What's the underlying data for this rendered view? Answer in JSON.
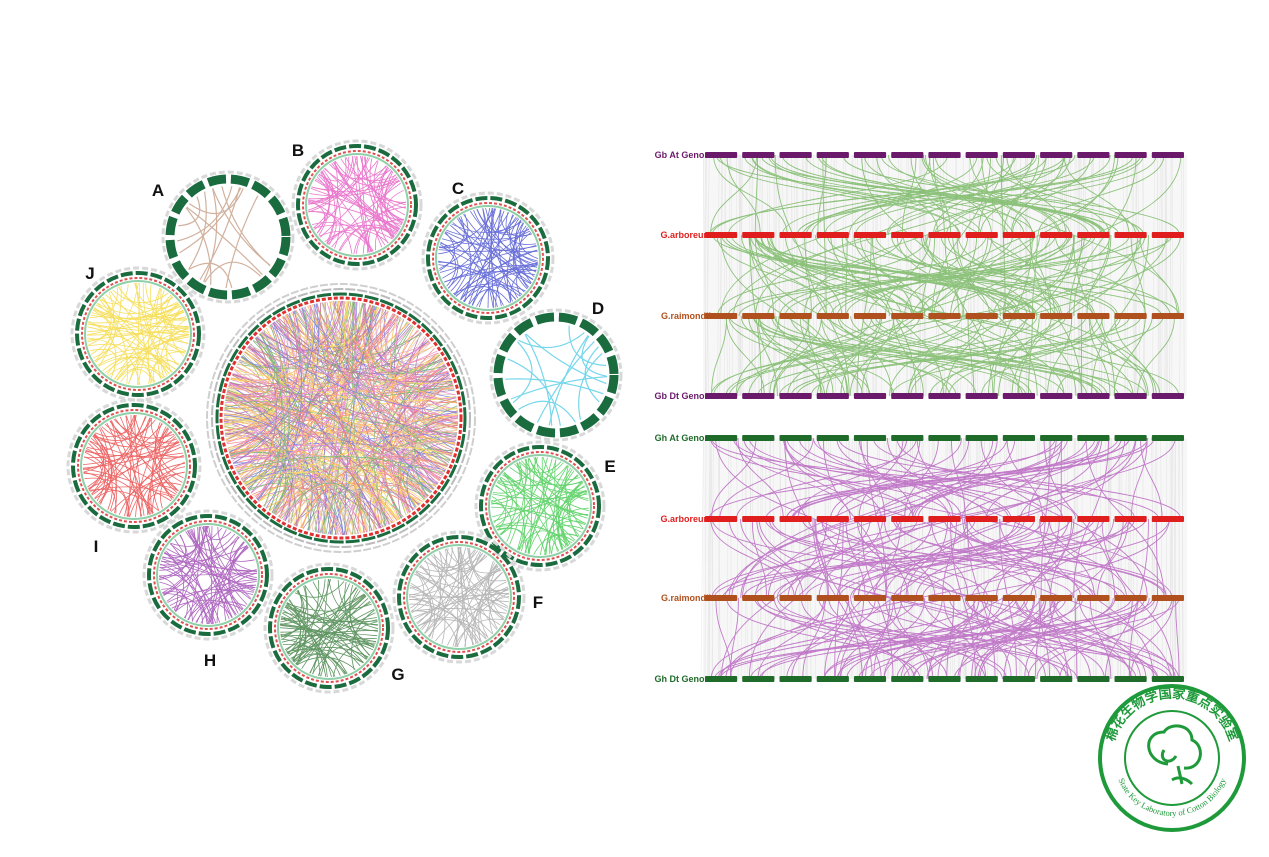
{
  "circos": {
    "panels": [
      {
        "letter": "A",
        "color": "#c9a48e"
      },
      {
        "letter": "B",
        "color": "#e040b8"
      },
      {
        "letter": "C",
        "color": "#2b34c8"
      },
      {
        "letter": "D",
        "color": "#5fd0e8"
      },
      {
        "letter": "E",
        "color": "#25c233"
      },
      {
        "letter": "F",
        "color": "#9a9a9a"
      },
      {
        "letter": "G",
        "color": "#1f6b22"
      },
      {
        "letter": "H",
        "color": "#8e2aa6"
      },
      {
        "letter": "I",
        "color": "#e62626"
      },
      {
        "letter": "J",
        "color": "#f2d21a"
      }
    ],
    "central_colors": [
      "#f2c400",
      "#8b1f7a",
      "#2e8b22",
      "#e63c3c",
      "#e040b8",
      "#2b34c8",
      "#c9a48e",
      "#ff8c00"
    ]
  },
  "synteny": {
    "top": {
      "link_color": "#3a9a1a",
      "tracks": [
        {
          "label": "Gb At Genome",
          "color": "#6b1a6b",
          "label_color": "#6b1a6b"
        },
        {
          "label": "G.arboreum",
          "color": "#e01e1e",
          "label_color": "#e01e1e"
        },
        {
          "label": "G.raimondii",
          "color": "#b0501e",
          "label_color": "#b0501e"
        },
        {
          "label": "Gb Dt Genome",
          "color": "#6b1a6b",
          "label_color": "#6b1a6b"
        }
      ]
    },
    "bottom": {
      "link_color": "#9a1aa6",
      "tracks": [
        {
          "label": "Gh At Genome",
          "color": "#1f6b2a",
          "label_color": "#1f6b2a"
        },
        {
          "label": "G.arboreum",
          "color": "#e01e1e",
          "label_color": "#e01e1e"
        },
        {
          "label": "G.raimondii",
          "color": "#b0501e",
          "label_color": "#b0501e"
        },
        {
          "label": "Gh Dt Genome",
          "color": "#1f6b2a",
          "label_color": "#1f6b2a"
        }
      ]
    }
  },
  "stamp": {
    "chinese_text": "棉花生物学国家重点实验室",
    "english_text": "State Key Laboratory of Cotton Biology",
    "color": "#1f9a3a"
  }
}
